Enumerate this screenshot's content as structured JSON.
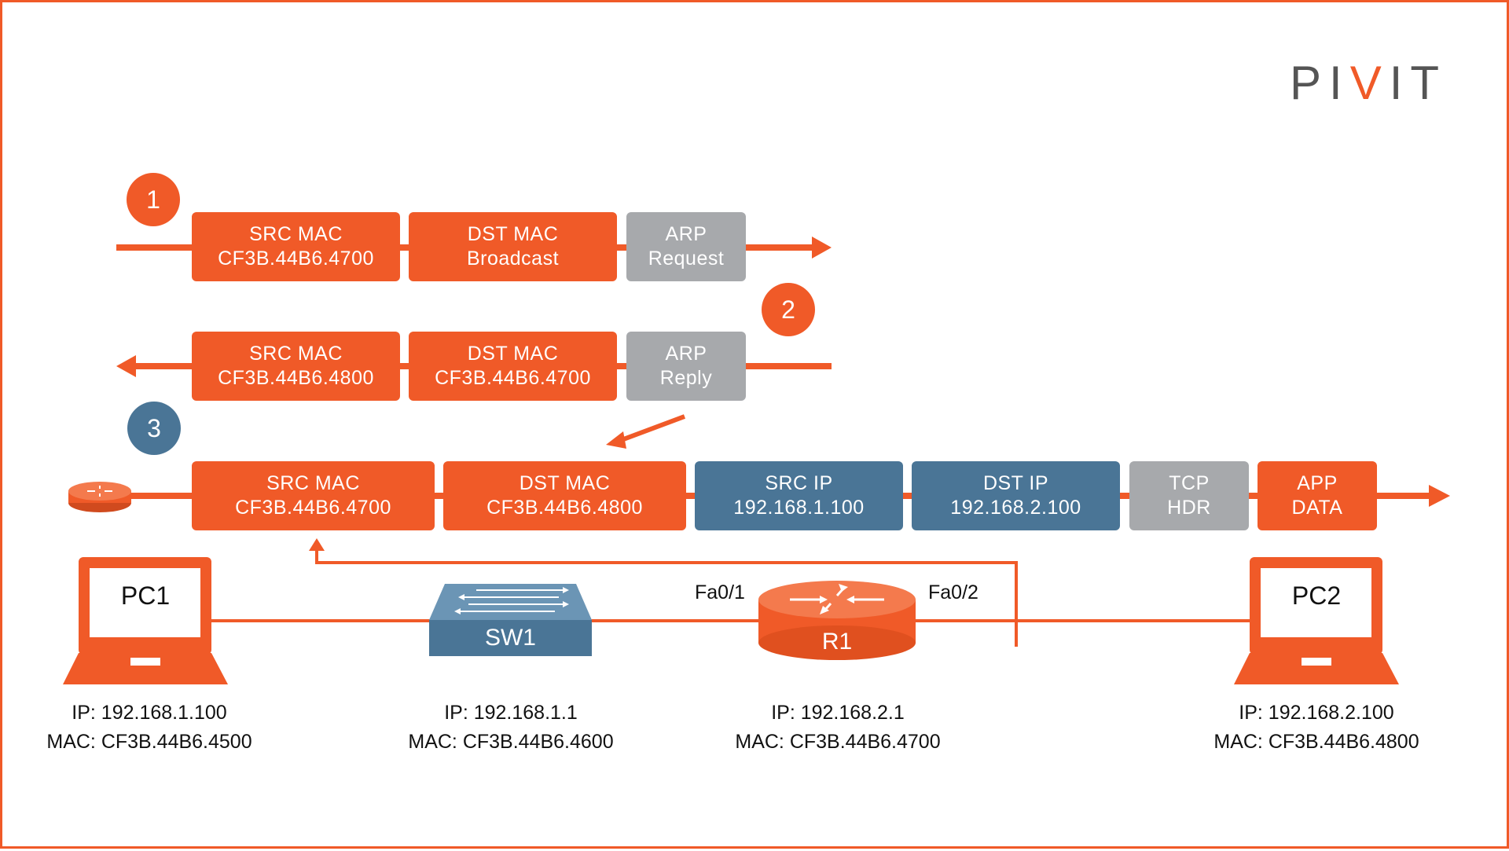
{
  "logo": {
    "part1": "PI",
    "accent": "V",
    "part2": "IT",
    "accent_color": "#f05a28"
  },
  "colors": {
    "orange": "#f05a28",
    "gray": "#a7a9ac",
    "blue": "#4a7596"
  },
  "steps": [
    {
      "number": "1",
      "direction": "right",
      "fields": [
        {
          "line1": "SRC MAC",
          "line2": "CF3B.44B6.4700",
          "color": "orange"
        },
        {
          "line1": "DST MAC",
          "line2": "Broadcast",
          "color": "orange"
        },
        {
          "line1": "ARP",
          "line2": "Request",
          "color": "gray"
        }
      ]
    },
    {
      "number": "2",
      "direction": "left",
      "fields": [
        {
          "line1": "SRC MAC",
          "line2": "CF3B.44B6.4800",
          "color": "orange"
        },
        {
          "line1": "DST MAC",
          "line2": "CF3B.44B6.4700",
          "color": "orange"
        },
        {
          "line1": "ARP",
          "line2": "Reply",
          "color": "gray"
        }
      ]
    },
    {
      "number": "3",
      "direction": "right",
      "fields": [
        {
          "line1": "SRC MAC",
          "line2": "CF3B.44B6.4700",
          "color": "orange"
        },
        {
          "line1": "DST MAC",
          "line2": "CF3B.44B6.4800",
          "color": "orange"
        },
        {
          "line1": "SRC IP",
          "line2": "192.168.1.100",
          "color": "blue"
        },
        {
          "line1": "DST IP",
          "line2": "192.168.2.100",
          "color": "blue"
        },
        {
          "line1": "TCP",
          "line2": "HDR",
          "color": "gray"
        },
        {
          "line1": "APP",
          "line2": "DATA",
          "color": "orange"
        }
      ]
    }
  ],
  "devices": {
    "pc1": {
      "name": "PC1",
      "ip": "IP: 192.168.1.100",
      "mac": "MAC: CF3B.44B6.4500",
      "icon": "laptop-icon"
    },
    "sw1": {
      "name": "SW1",
      "ip": "IP: 192.168.1.1",
      "mac": "MAC: CF3B.44B6.4600",
      "icon": "switch-icon"
    },
    "r1": {
      "name": "R1",
      "ip": "IP: 192.168.2.1",
      "mac": "MAC: CF3B.44B6.4700",
      "icon": "router-icon",
      "port_left": "Fa0/1",
      "port_right": "Fa0/2"
    },
    "pc2": {
      "name": "PC2",
      "ip": "IP: 192.168.2.100",
      "mac": "MAC: CF3B.44B6.4800",
      "icon": "laptop-icon"
    }
  }
}
